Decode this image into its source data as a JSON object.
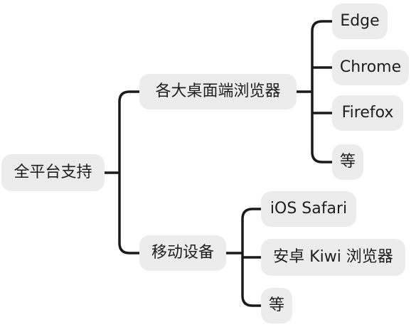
{
  "mindmap": {
    "root": {
      "label": "全平台支持"
    },
    "branches": [
      {
        "label": "各大桌面端浏览器",
        "children": [
          {
            "label": "Edge"
          },
          {
            "label": "Chrome"
          },
          {
            "label": "Firefox"
          },
          {
            "label": "等"
          }
        ]
      },
      {
        "label": "移动设备",
        "children": [
          {
            "label": "iOS Safari"
          },
          {
            "label": "安卓 Kiwi 浏览器"
          },
          {
            "label": "等"
          }
        ]
      }
    ]
  },
  "colors": {
    "node_fill": "#ececec",
    "connector": "#1a1a1a",
    "text": "#1e1e1e"
  }
}
